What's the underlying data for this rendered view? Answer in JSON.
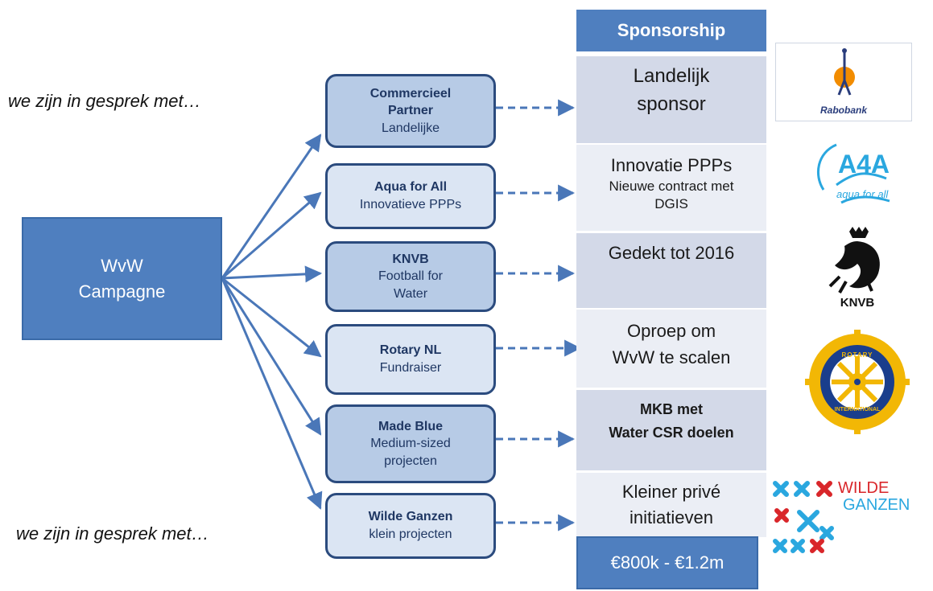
{
  "notes": {
    "top": "we zijn in gesprek met…",
    "bottom": "we zijn in gesprek met…"
  },
  "campaign": {
    "line1": "WvW",
    "line2": "Campagne"
  },
  "partners": [
    {
      "name": [
        "Commercieel",
        "Partner"
      ],
      "desc": [
        "Landelijke"
      ]
    },
    {
      "name": [
        "Aqua for All"
      ],
      "desc": [
        "Innovatieve PPPs"
      ]
    },
    {
      "name": [
        "KNVB"
      ],
      "desc": [
        "Football for",
        "Water"
      ]
    },
    {
      "name": [
        "Rotary NL"
      ],
      "desc": [
        "Fundraiser"
      ]
    },
    {
      "name": [
        "Made Blue"
      ],
      "desc": [
        "Medium-sized",
        "projecten"
      ]
    },
    {
      "name": [
        "Wilde Ganzen"
      ],
      "desc": [
        "klein projecten"
      ]
    }
  ],
  "sponsorship": {
    "header": "Sponsorship",
    "cells": [
      {
        "lines": [
          "Landelijk",
          "sponsor"
        ]
      },
      {
        "title": "Innovatie PPPs",
        "lines": [
          "Nieuwe contract met",
          "DGIS"
        ]
      },
      {
        "lines": [
          "Gedekt tot 2016"
        ]
      },
      {
        "lines": [
          "Oproep om",
          "WvW te scalen"
        ]
      },
      {
        "lines": [
          "MKB met",
          "Water CSR doelen"
        ]
      },
      {
        "lines": [
          "Kleiner privé",
          "initiatieven"
        ]
      }
    ],
    "total": "€800k - €1.2m"
  },
  "logos": {
    "rabobank": "Rabobank",
    "aqua": "aqua for all",
    "aqua_mark": "A4A",
    "knvb": "KNVB",
    "rotary_top": "ROTARY",
    "rotary_bottom": "INTERNATIONAL",
    "wilde1": "WILDE",
    "wilde2": "GANZEN"
  },
  "colors": {
    "accent": "#4f7fbf",
    "arrow": "#4a77b8",
    "box_border": "#2b4b7e",
    "rabo_orange": "#f28c00",
    "rotary_gold": "#f2b705",
    "wilde_red": "#d9262a"
  }
}
